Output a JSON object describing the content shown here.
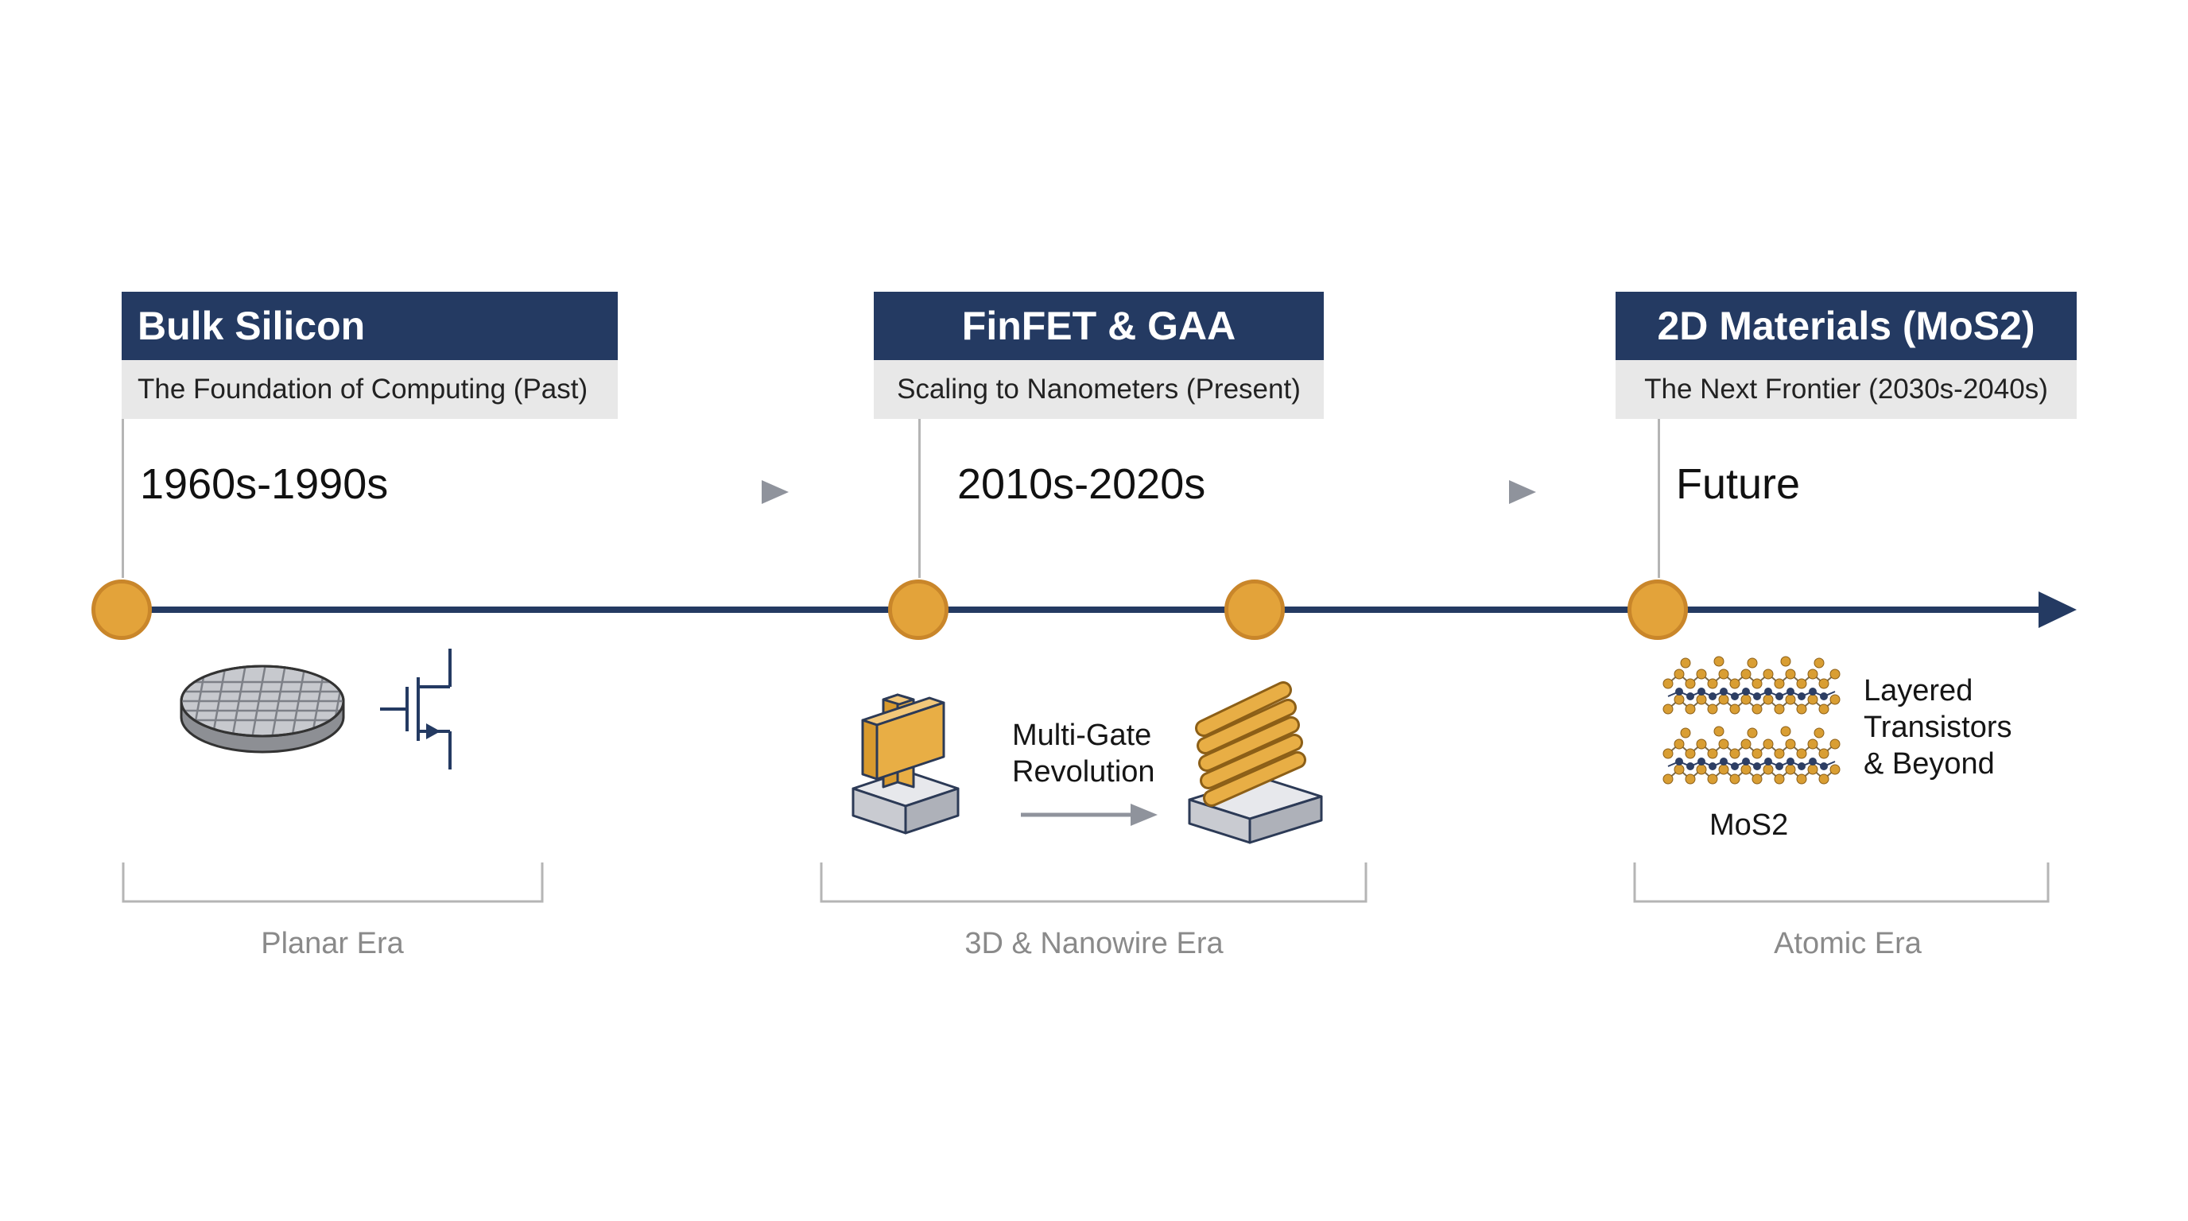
{
  "eras": [
    {
      "title": "Bulk Silicon",
      "subtitle": "The Foundation of Computing (Past)",
      "period": "1960s-1990s",
      "era_label": "Planar Era",
      "icons": [
        "silicon-wafer-icon",
        "transistor-symbol-icon"
      ]
    },
    {
      "title": "FinFET & GAA",
      "subtitle": "Scaling to Nanometers (Present)",
      "period": "2010s-2020s",
      "caption": [
        "Multi-Gate",
        "Revolution"
      ],
      "era_label": "3D & Nanowire Era",
      "icons": [
        "finfet-icon",
        "gaa-nanowire-icon"
      ]
    },
    {
      "title": "2D Materials (MoS2)",
      "subtitle": "The Next Frontier (2030s-2040s)",
      "period": "Future",
      "caption": [
        "Layered",
        "Transistors",
        "& Beyond"
      ],
      "material_label": "MoS2",
      "era_label": "Atomic Era",
      "icons": [
        "mos2-lattice-icon"
      ]
    }
  ],
  "colors": {
    "navy": "#243a62",
    "gold": "#e3a33a",
    "gold_border": "#c9862a",
    "subtitle_bg": "#e8e8e8",
    "muted_text": "#8a8a8a",
    "bracket": "#b5b5b5"
  }
}
